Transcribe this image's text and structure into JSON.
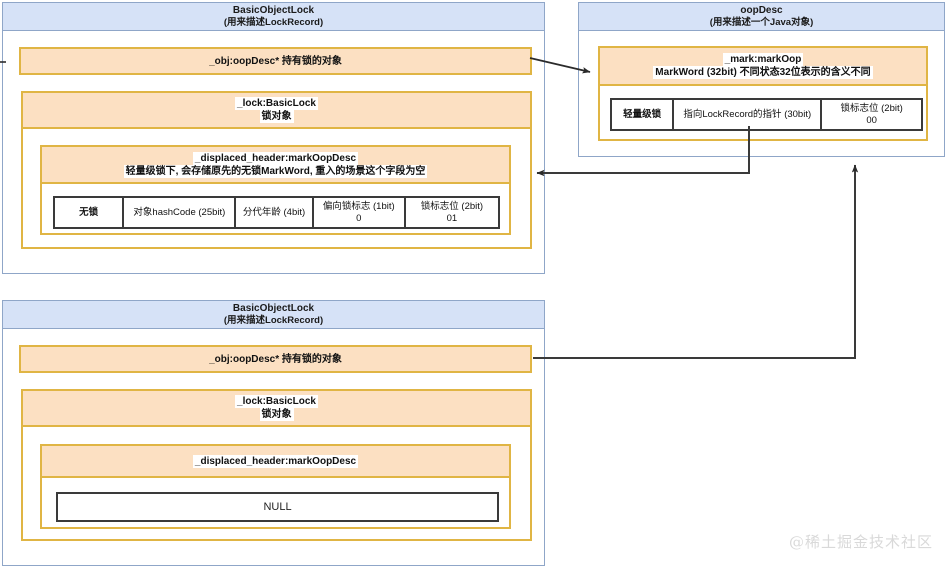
{
  "colors": {
    "panel_border": "#8fa6c8",
    "panel_header_bg": "#d6e2f7",
    "orange_border": "#e0b544",
    "orange_fill": "#fce0c2",
    "table_border": "#3a3a3a",
    "arrow": "#2b2b2b",
    "watermark": "#d9d9d9"
  },
  "watermark": "@稀土掘金技术社区",
  "panels": {
    "lock_record_top": {
      "header_line1": "BasicObjectLock",
      "header_line2": "(用来描述LockRecord)",
      "obj_field": "_obj:oopDesc* 持有锁的对象",
      "lock_field_line1": "_lock:BasicLock",
      "lock_field_line2": "锁对象",
      "displaced_header_line1": "_displaced_header:markOopDesc",
      "displaced_header_line2": "轻量级锁下, 会存储原先的无锁MarkWord, 重入的场景这个字段为空",
      "markword_table": {
        "type": "table",
        "columns": [
          "无锁",
          "对象hashCode (25bit)",
          "分代年龄 (4bit)",
          "偏向锁标志 (1bit)",
          "锁标志位 (2bit)"
        ],
        "values": [
          "",
          "",
          "",
          "0",
          "01"
        ],
        "widths": [
          70,
          113,
          78,
          93,
          93
        ]
      }
    },
    "oop_desc": {
      "header_line1": "oopDesc",
      "header_line2": "(用来描述一个Java对象)",
      "mark_field_line1": "_mark:markOop",
      "mark_field_line2": "MarkWord (32bit) 不同状态32位表示的含义不同",
      "markword_table": {
        "type": "table",
        "columns": [
          "轻量级锁",
          "指向LockRecord的指针 (30bit)",
          "锁标志位 (2bit)"
        ],
        "values": [
          "",
          "",
          "00"
        ],
        "widths": [
          63,
          150,
          100
        ]
      }
    },
    "lock_record_bottom": {
      "header_line1": "BasicObjectLock",
      "header_line2": "(用来描述LockRecord)",
      "obj_field": "_obj:oopDesc* 持有锁的对象",
      "lock_field_line1": "_lock:BasicLock",
      "lock_field_line2": "锁对象",
      "displaced_header_line1": "_displaced_header:markOopDesc",
      "null_value": "NULL"
    }
  }
}
